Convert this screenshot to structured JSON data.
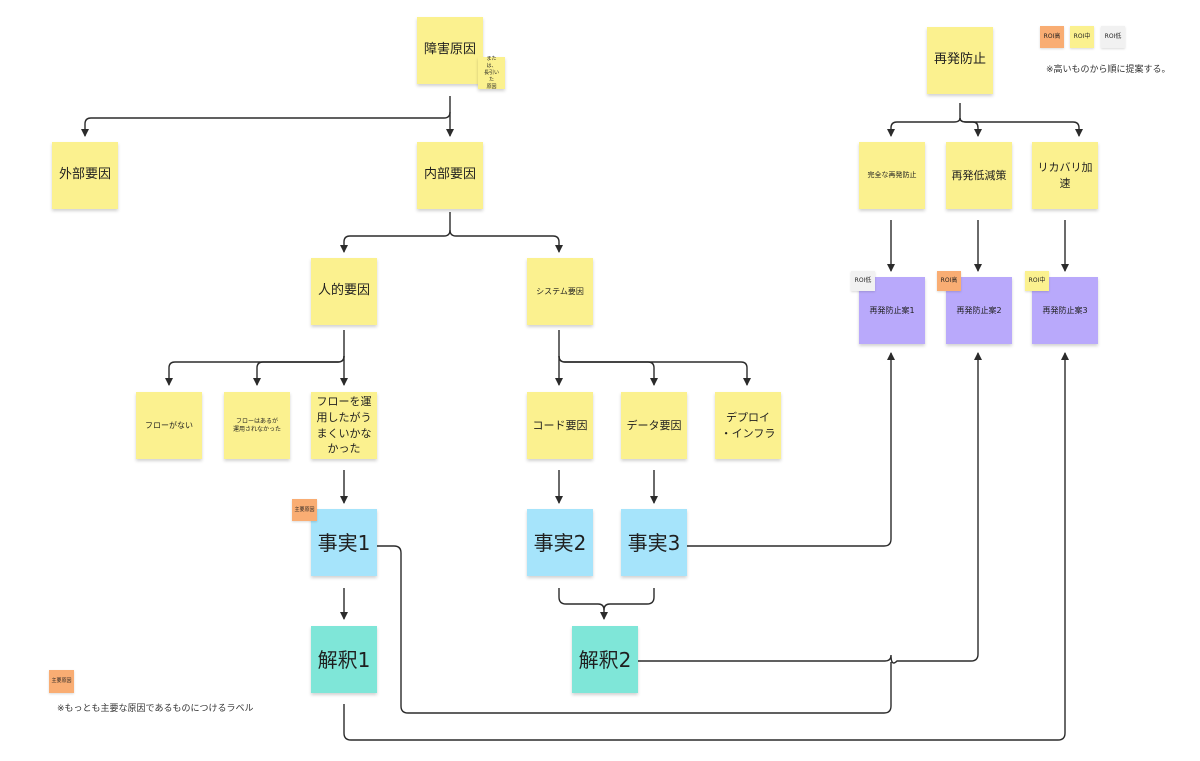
{
  "nodes": {
    "root": "障害原因",
    "root_note": "または、\n長引いた\n原因",
    "external": "外部要因",
    "internal": "内部要因",
    "human": "人的要因",
    "system": "システム要因",
    "no_flow": "フローがない",
    "flow_not_used": "フローはあるが\n運用されなかった",
    "flow_failed": "フローを運\n用したがう\nまくいかな\nかった",
    "code": "コード要因",
    "data": "データ要因",
    "deploy": "デプロイ\n・インフラ",
    "fact1": "事実1",
    "fact2": "事実2",
    "fact3": "事実3",
    "interp1": "解釈1",
    "interp2": "解釈2",
    "main_cause_tag": "主要原因",
    "prevention": "再発防止",
    "complete_prevention": "完全な再発防止",
    "reduce_recurrence": "再発低減策",
    "faster_recovery": "リカバリ加速",
    "plan1": "再発防止案1",
    "plan2": "再発防止案2",
    "plan3": "再発防止案3",
    "plan1_roi": "ROI低",
    "plan2_roi": "ROI高",
    "plan3_roi": "ROI中"
  },
  "legend": {
    "roi_high": "ROI高",
    "roi_mid": "ROI中",
    "roi_low": "ROI低",
    "roi_note": "※高いものから順に提案する。",
    "main_cause_sample": "主要原因",
    "main_cause_note": "※もっとも主要な原因であるものにつけるラベル"
  },
  "colors": {
    "yellow": "#fbf18f",
    "blue": "#a6e4fb",
    "teal": "#7fe6d8",
    "purple": "#b9a9fb",
    "orange": "#f9ad73",
    "gray": "#f1f1f1",
    "line": "#2b2b2b"
  }
}
